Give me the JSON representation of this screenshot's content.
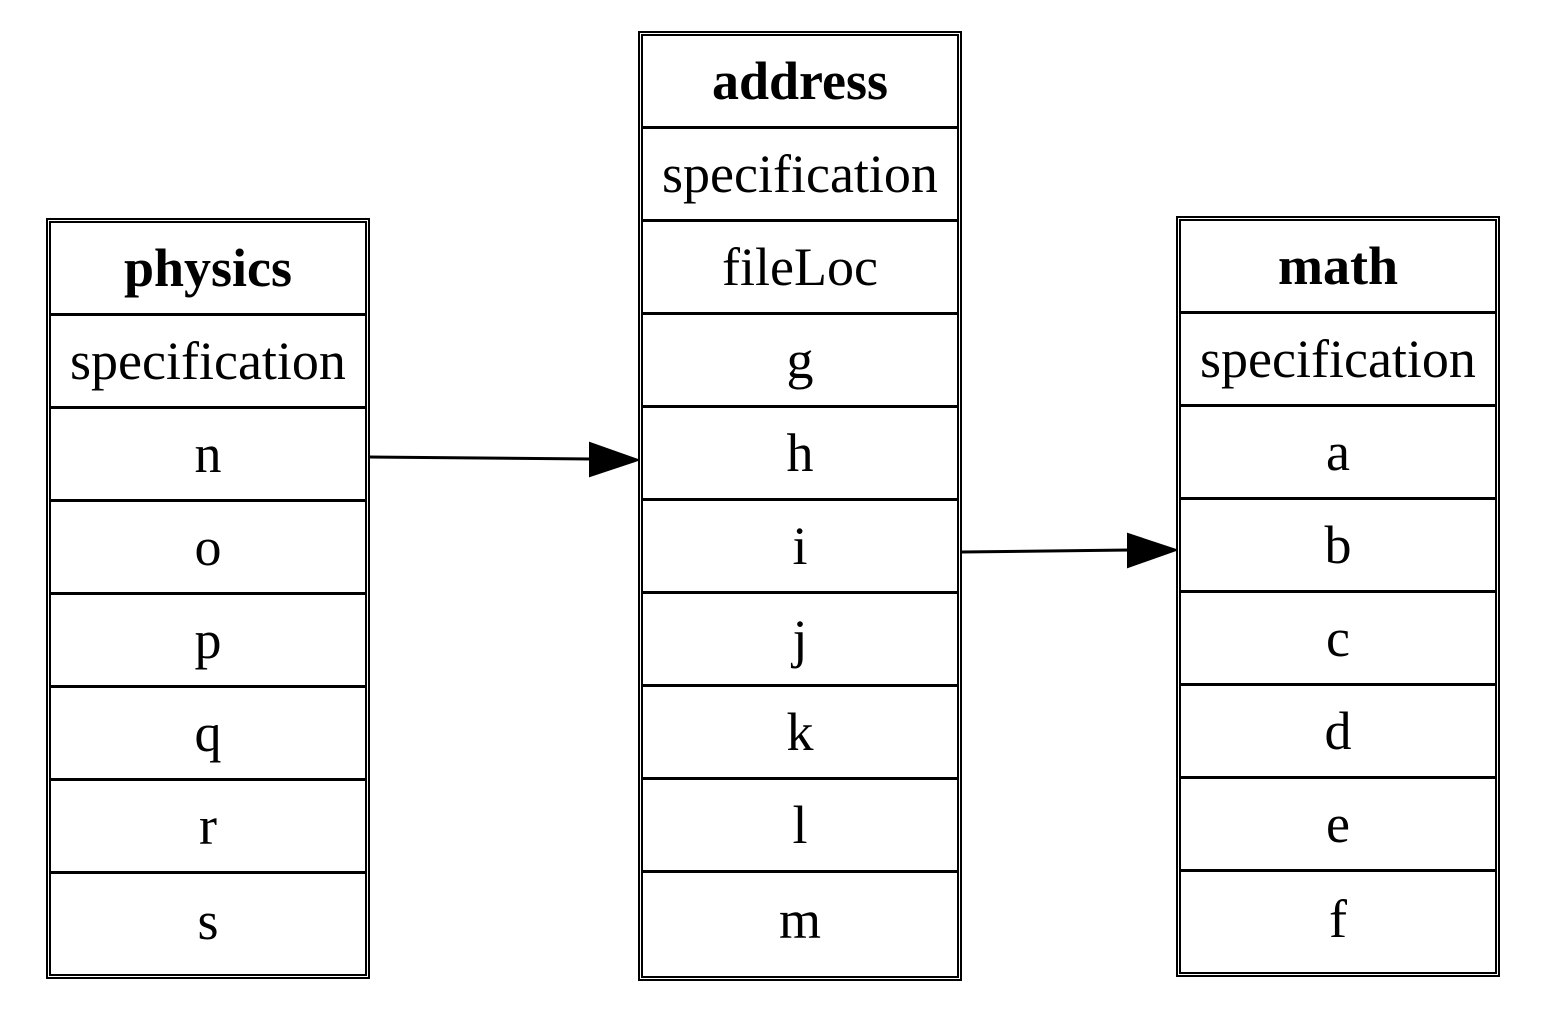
{
  "tables": {
    "physics": {
      "title": "physics",
      "fields": [
        "specification",
        "n",
        "o",
        "p",
        "q",
        "r",
        "s"
      ]
    },
    "address": {
      "title": "address",
      "fields": [
        "specification",
        "fileLoc",
        "g",
        "h",
        "i",
        "j",
        "k",
        "l",
        "m"
      ]
    },
    "math": {
      "title": "math",
      "fields": [
        "specification",
        "a",
        "b",
        "c",
        "d",
        "e",
        "f"
      ]
    }
  },
  "edges": [
    {
      "from_table": "physics",
      "from_field": "n",
      "to_table": "address",
      "to_field": "h"
    },
    {
      "from_table": "address",
      "from_field": "i",
      "to_table": "math",
      "to_field": "b"
    }
  ],
  "colors": {
    "line": "#000000",
    "background": "#ffffff"
  }
}
